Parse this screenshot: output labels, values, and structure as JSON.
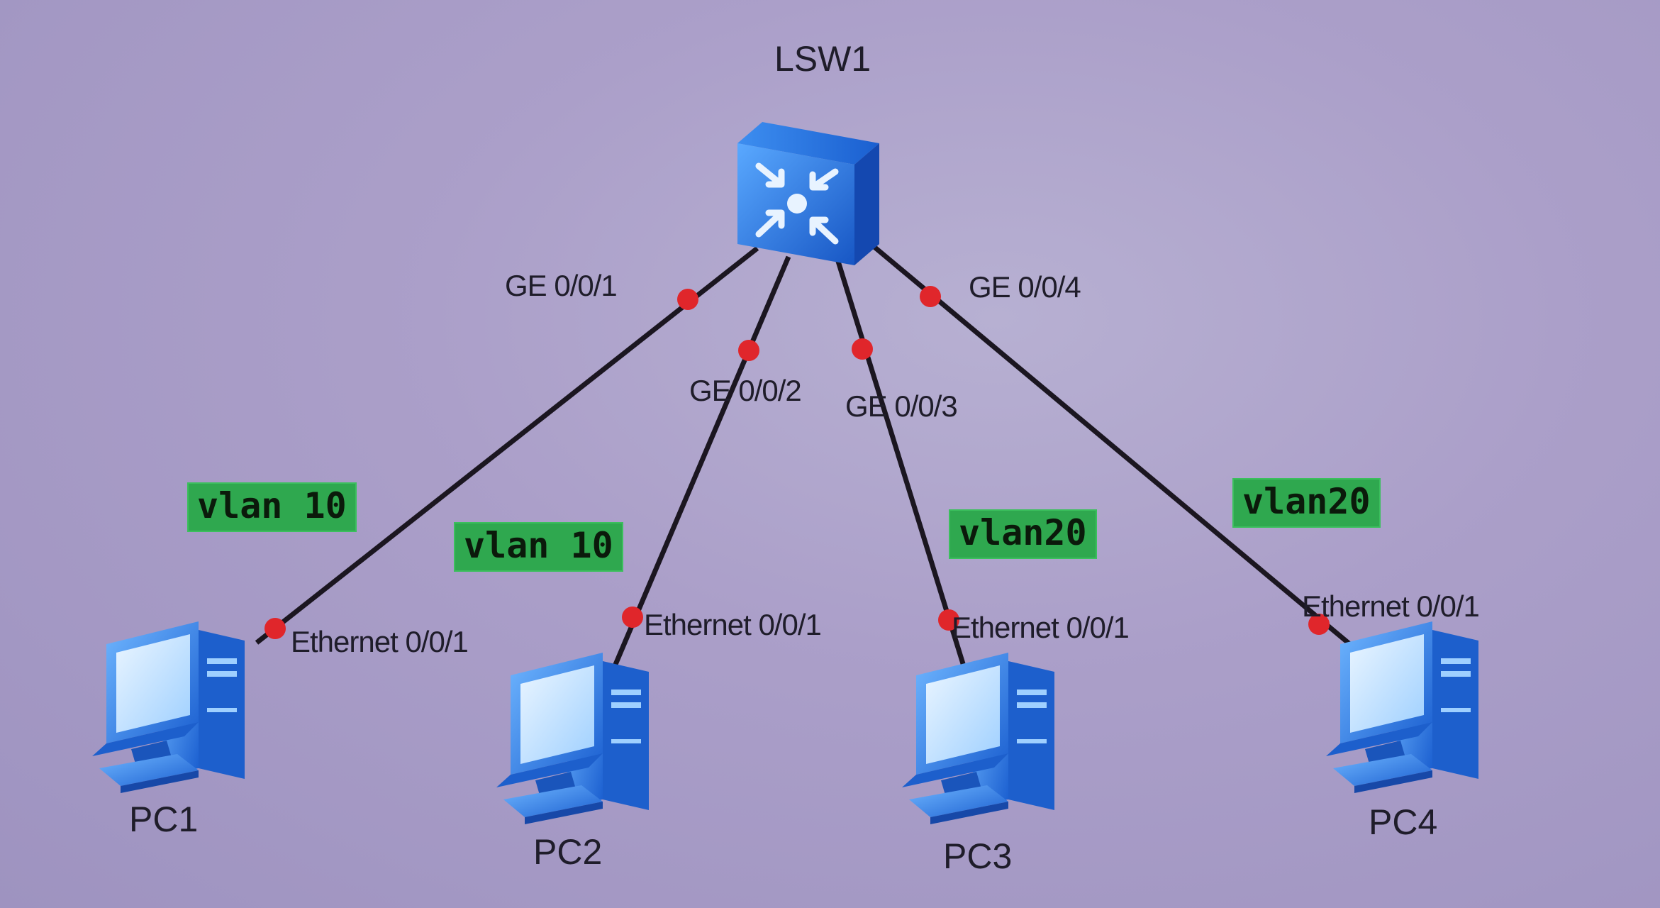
{
  "switch": {
    "name": "LSW1",
    "icon": "switch-icon"
  },
  "links": [
    {
      "switch_port": "GE 0/0/1",
      "pc_port": "Ethernet 0/0/1"
    },
    {
      "switch_port": "GE 0/0/2",
      "pc_port": "Ethernet 0/0/1"
    },
    {
      "switch_port": "GE 0/0/3",
      "pc_port": "Ethernet 0/0/1"
    },
    {
      "switch_port": "GE 0/0/4",
      "pc_port": "Ethernet 0/0/1"
    }
  ],
  "pcs": [
    {
      "name": "PC1",
      "icon": "pc-icon"
    },
    {
      "name": "PC2",
      "icon": "pc-icon"
    },
    {
      "name": "PC3",
      "icon": "pc-icon"
    },
    {
      "name": "PC4",
      "icon": "pc-icon"
    }
  ],
  "vlan_tags": [
    "vlan 10",
    "vlan 10",
    "vlan20",
    "vlan20"
  ],
  "colors": {
    "link": "#1b1620",
    "port_dot": "#e0262b",
    "vlan_tag": "#2fa84f",
    "device_blue": "#1f6fd6"
  }
}
